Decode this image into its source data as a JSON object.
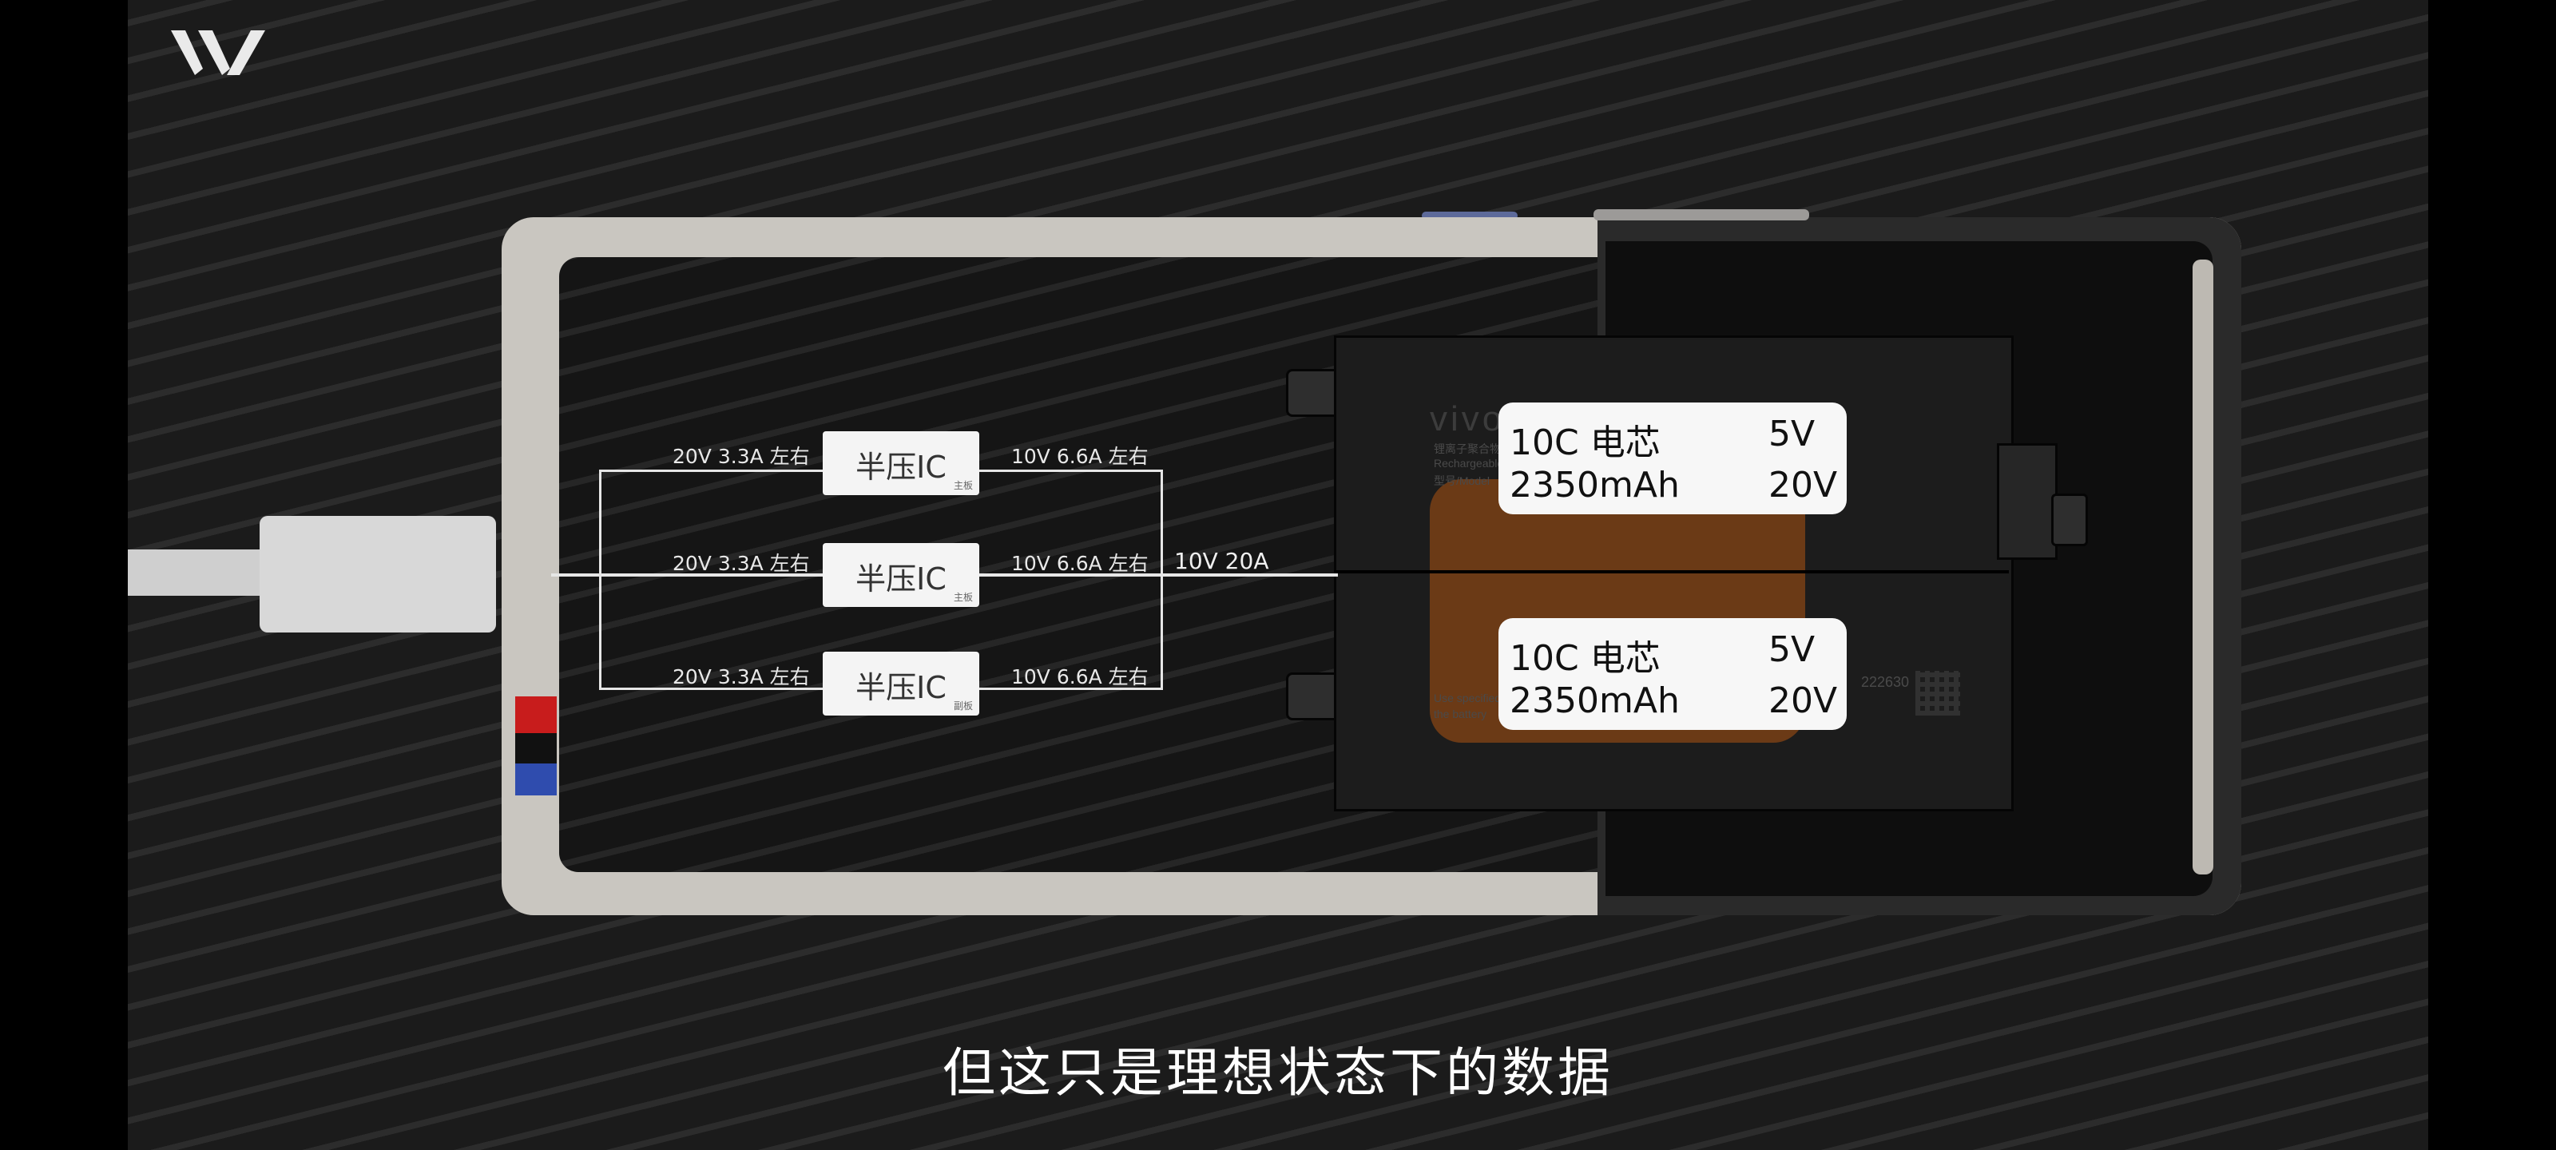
{
  "logo": {
    "alt": "W"
  },
  "chips": [
    {
      "input": "20V 3.3A 左右",
      "label": "半压IC",
      "sub": "主板",
      "output": "10V 6.6A 左右"
    },
    {
      "input": "20V 3.3A 左右",
      "label": "半压IC",
      "sub": "主板",
      "output": "10V 6.6A 左右"
    },
    {
      "input": "20V 3.3A 左右",
      "label": "半压IC",
      "sub": "副板",
      "output": "10V 6.6A 左右"
    }
  ],
  "output_label": "10V 20A",
  "cells": [
    {
      "rate": "10C 电芯",
      "voltage": "5V",
      "capacity": "2350mAh",
      "max_voltage": "20V"
    },
    {
      "rate": "10C 电芯",
      "voltage": "5V",
      "capacity": "2350mAh",
      "max_voltage": "20V"
    }
  ],
  "battery": {
    "brand": "vivo",
    "fine_top": [
      "锂离子聚合物电池",
      "Rechargeable",
      "型号/Model"
    ],
    "fine_bottom": [
      "Use specified",
      "the battery"
    ],
    "code": "222630"
  },
  "subtitle": "但这只是理想状态下的数据",
  "colors": {
    "background": "#000000",
    "frame": "#c9c6c0",
    "red_marker": "#c81c1c",
    "blue_marker": "#2f4cae",
    "coil": "#6b3a16"
  }
}
